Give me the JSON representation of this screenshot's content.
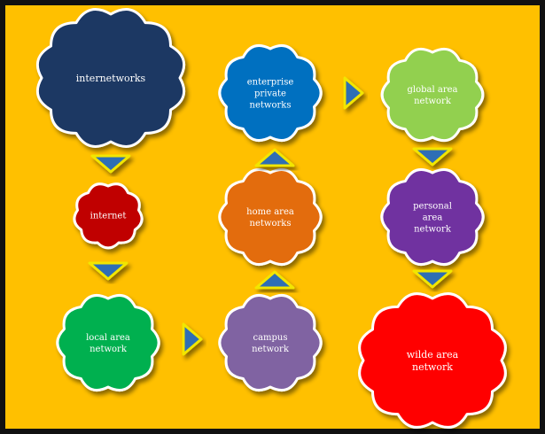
{
  "colors": {
    "background": "#FFC000",
    "frame": "#111111",
    "arrow_fill": "#2F6EB5",
    "arrow_border": "#F2E600"
  },
  "nodes": [
    {
      "id": "internetworks",
      "lines": [
        "internetworks"
      ],
      "color": "#1F3864"
    },
    {
      "id": "internet",
      "lines": [
        "internet"
      ],
      "color": "#C00000"
    },
    {
      "id": "local-area-network",
      "lines": [
        "local area",
        "network"
      ],
      "color": "#00B050"
    },
    {
      "id": "campus-network",
      "lines": [
        "campus",
        "network"
      ],
      "color": "#8064A2"
    },
    {
      "id": "home-area-networks",
      "lines": [
        "home area",
        "networks"
      ],
      "color": "#E36C09"
    },
    {
      "id": "enterprise-private-networks",
      "lines": [
        "enterprise",
        "private",
        "networks"
      ],
      "color": "#0070C0"
    },
    {
      "id": "global-area-network",
      "lines": [
        "global area",
        "network"
      ],
      "color": "#92D050"
    },
    {
      "id": "personal-area-network",
      "lines": [
        "personal",
        "area",
        "network"
      ],
      "color": "#7030A0"
    },
    {
      "id": "wilde-area-network",
      "lines": [
        "wilde area",
        "network"
      ],
      "color": "#FF0000"
    }
  ],
  "arrows": [
    {
      "id": "internetworks-to-internet",
      "direction": "down"
    },
    {
      "id": "internet-to-local-area-network",
      "direction": "down"
    },
    {
      "id": "local-area-network-to-campus-network",
      "direction": "right"
    },
    {
      "id": "campus-network-to-home-area-networks",
      "direction": "up"
    },
    {
      "id": "home-area-networks-to-enterprise-private-networks",
      "direction": "up"
    },
    {
      "id": "enterprise-private-networks-to-global-area-network",
      "direction": "right"
    },
    {
      "id": "global-area-network-to-personal-area-network",
      "direction": "down"
    },
    {
      "id": "personal-area-network-to-wilde-area-network",
      "direction": "down"
    }
  ]
}
